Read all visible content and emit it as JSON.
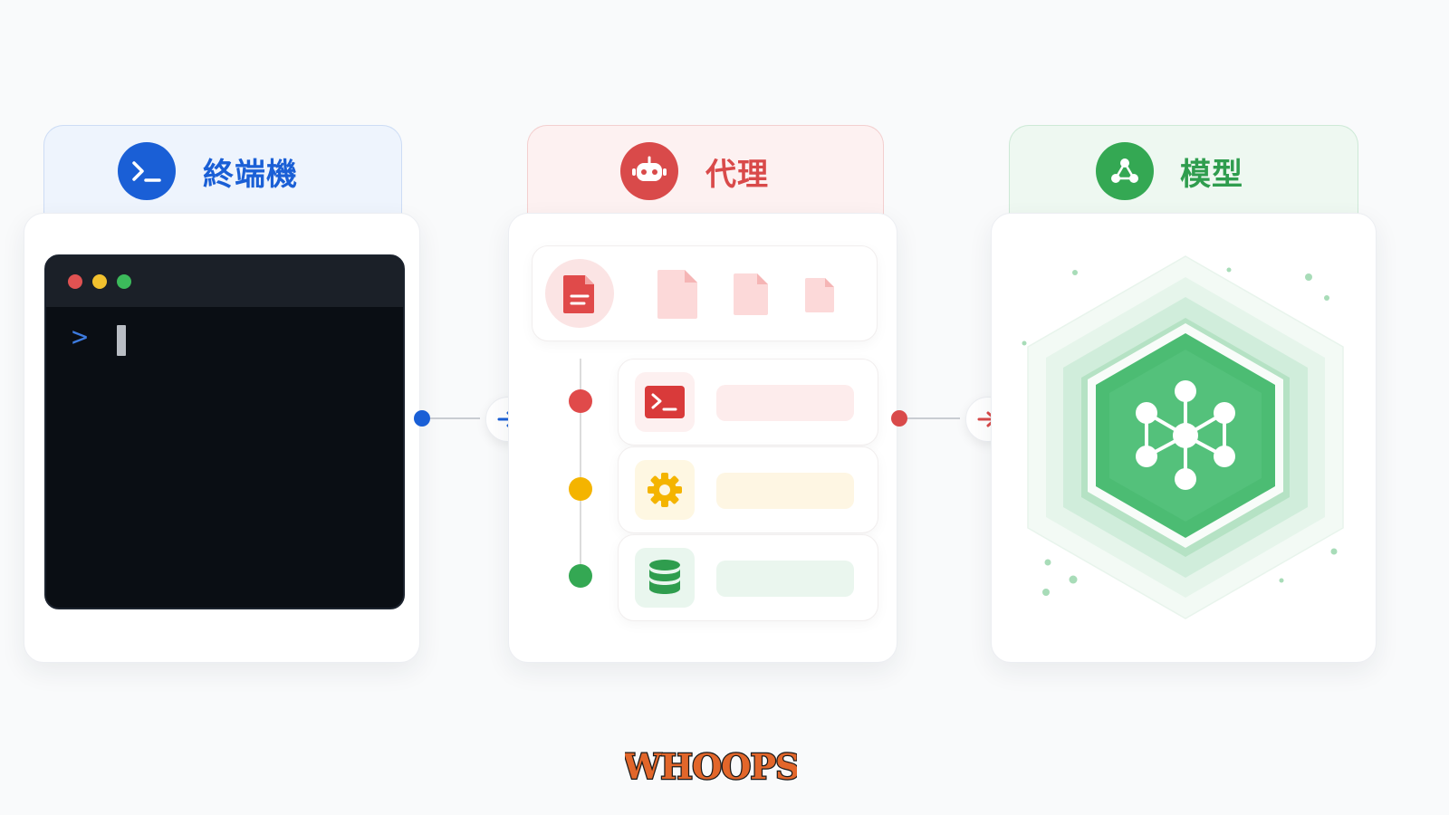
{
  "columns": {
    "terminal": {
      "label": "終端機",
      "icon": "terminal-prompt-icon",
      "color": "#1a5fd6"
    },
    "agent": {
      "label": "代理",
      "icon": "robot-icon",
      "color": "#d94a4a"
    },
    "model": {
      "label": "模型",
      "icon": "network-nodes-icon",
      "color": "#34a853"
    }
  },
  "terminal": {
    "window_controls": [
      "close-dot",
      "minimize-dot",
      "maximize-dot"
    ],
    "prompt_symbol": ">",
    "colors": {
      "close": "#e05252",
      "minimize": "#f2c12e",
      "maximize": "#3cba5b",
      "prompt": "#3d7be0"
    }
  },
  "agent": {
    "files": [
      "document-icon",
      "file-icon",
      "file-icon",
      "file-icon"
    ],
    "tools": [
      {
        "icon": "terminal-icon",
        "color": "#d94a4a"
      },
      {
        "icon": "gear-icon",
        "color": "#f4b400"
      },
      {
        "icon": "database-icon",
        "color": "#34a853"
      }
    ]
  },
  "model": {
    "icon": "network-hexagon-icon"
  },
  "connectors": [
    {
      "from": "terminal",
      "to": "agent",
      "color": "#1a5fd6"
    },
    {
      "from": "agent",
      "to": "model",
      "color": "#d94a4a"
    }
  ],
  "watermark": {
    "text": "WHOOPS"
  }
}
